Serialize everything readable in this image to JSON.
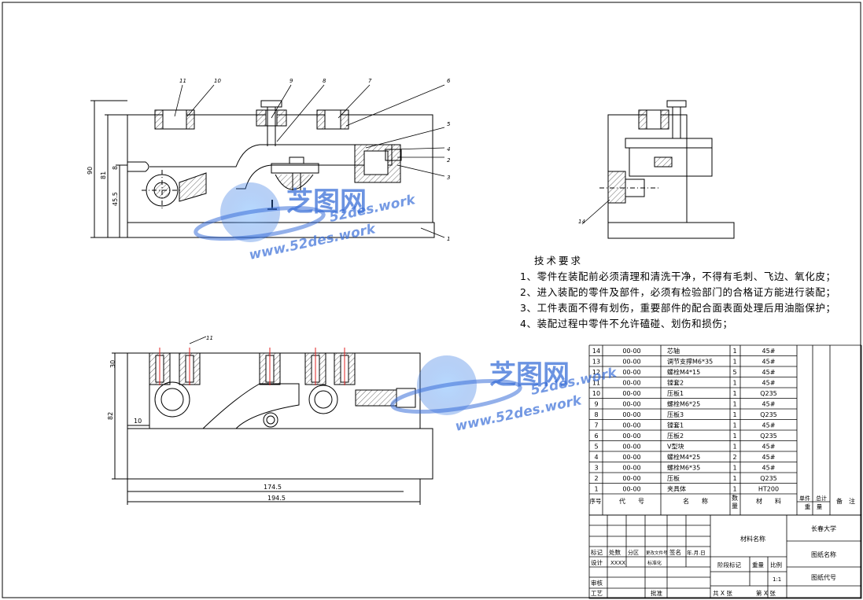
{
  "technical_requirements": {
    "title": "技术要求",
    "items": [
      "1、零件在装配前必须清理和清洗干净，不得有毛刺、飞边、氧化皮；",
      "2、进入装配的零件及部件，必须有检验部门的合格证方能进行装配；",
      "3、工件表面不得有划伤，重要部件的配合面表面处理后用油脂保护；",
      "4、装配过程中零件不允许磕碰、划伤和损伤；"
    ]
  },
  "parts_list": {
    "headers": {
      "no": "序号",
      "code": "代　　号",
      "name": "名　　称",
      "qty": "数量",
      "material": "材　　料",
      "unit_weight": "单件",
      "total_weight": "总计",
      "weight": "重　量",
      "remark": "备　注"
    },
    "rows": [
      {
        "no": "14",
        "code": "00-00",
        "name": "芯轴",
        "qty": "1",
        "material": "45#"
      },
      {
        "no": "13",
        "code": "00-00",
        "name": "调节支撑M6*35",
        "qty": "1",
        "material": "45#"
      },
      {
        "no": "12",
        "code": "00-00",
        "name": "螺栓M4*15",
        "qty": "5",
        "material": "45#"
      },
      {
        "no": "11",
        "code": "00-00",
        "name": "镗套2",
        "qty": "1",
        "material": "45#"
      },
      {
        "no": "10",
        "code": "00-00",
        "name": "压板1",
        "qty": "1",
        "material": "Q235"
      },
      {
        "no": "9",
        "code": "00-00",
        "name": "螺栓M6*25",
        "qty": "1",
        "material": "45#"
      },
      {
        "no": "8",
        "code": "00-00",
        "name": "压板3",
        "qty": "1",
        "material": "Q235"
      },
      {
        "no": "7",
        "code": "00-00",
        "name": "镗套1",
        "qty": "1",
        "material": "45#"
      },
      {
        "no": "6",
        "code": "00-00",
        "name": "压板2",
        "qty": "1",
        "material": "Q235"
      },
      {
        "no": "5",
        "code": "00-00",
        "name": "V型块",
        "qty": "1",
        "material": "45#"
      },
      {
        "no": "4",
        "code": "00-00",
        "name": "螺栓M4*25",
        "qty": "2",
        "material": "45#"
      },
      {
        "no": "3",
        "code": "00-00",
        "name": "螺栓M6*35",
        "qty": "1",
        "material": "45#"
      },
      {
        "no": "2",
        "code": "00-00",
        "name": "压板",
        "qty": "1",
        "material": "Q235"
      },
      {
        "no": "1",
        "code": "00-00",
        "name": "夹具体",
        "qty": "1",
        "material": "HT200"
      }
    ]
  },
  "title_block": {
    "material_name": "材料名称",
    "university": "长春大学",
    "drawing_name": "图纸名称",
    "drawing_code": "图纸代号",
    "mark": "标记",
    "count": "处数",
    "zone": "分区",
    "change_doc": "更改文件号",
    "signature": "签名",
    "date": "年.月.日",
    "design": "设计",
    "designer": "XXXX",
    "standardize": "标准化",
    "stage_mark": "阶段标记",
    "weight": "重量",
    "scale": "比例",
    "scale_value": "1:1",
    "review": "审核",
    "process": "工艺",
    "approve": "批准",
    "total_sheets": "共 X 张",
    "sheet_no": "第 X 张"
  },
  "dimensions": {
    "height_90": "90",
    "height_81": "81",
    "height_45_5": "45.5",
    "small_8": "8",
    "plan_30": "30",
    "plan_82": "82",
    "plan_10": "10",
    "len_174_5": "174.5",
    "len_194_5": "194.5"
  },
  "balloons": {
    "top": [
      "11",
      "10",
      "9",
      "8",
      "7",
      "6"
    ],
    "right": [
      "5",
      "4",
      "2",
      "3"
    ],
    "bottom": "1",
    "side": "14",
    "plan": "11"
  },
  "watermark": {
    "cn": "芝图网",
    "site": "52des.work",
    "url": "www.52des.work",
    "color": "#3a6fd8"
  }
}
